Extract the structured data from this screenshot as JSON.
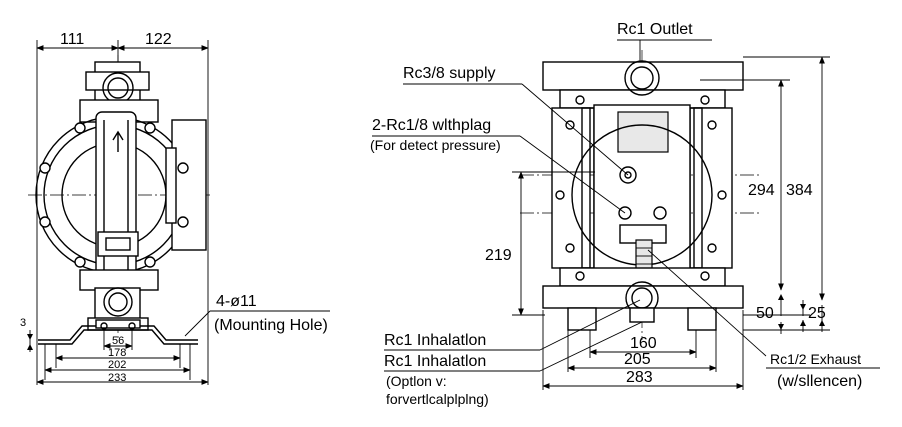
{
  "front_view": {
    "dims": {
      "top_left": "111",
      "top_right": "122",
      "bolt_dia": "4-ø11",
      "w56": "56",
      "w178": "178",
      "w202": "202",
      "w233": "233",
      "thk3": "3"
    },
    "mounting_hole_label": "(Mounting Hole)"
  },
  "side_view": {
    "labels": {
      "outlet": "Rc1 Outlet",
      "supply": "Rc3/8 supply",
      "detect_port": "2-Rc1/8 wlthplag",
      "detect_note": "(For detect pressure)",
      "inhalation": "Rc1 Inhalatlon",
      "inhalation_opt": "Rc1 Inhalatlon",
      "option_line1": "(Optlon v:",
      "option_line2": "forvertlcalplplng)",
      "exhaust": "Rc1/2 Exhaust",
      "silencer": "(w/sllencen)"
    },
    "dims": {
      "h294": "294",
      "h384": "384",
      "h219": "219",
      "h50": "50",
      "h25": "25",
      "w160": "160",
      "w205": "205",
      "w283": "283"
    }
  }
}
